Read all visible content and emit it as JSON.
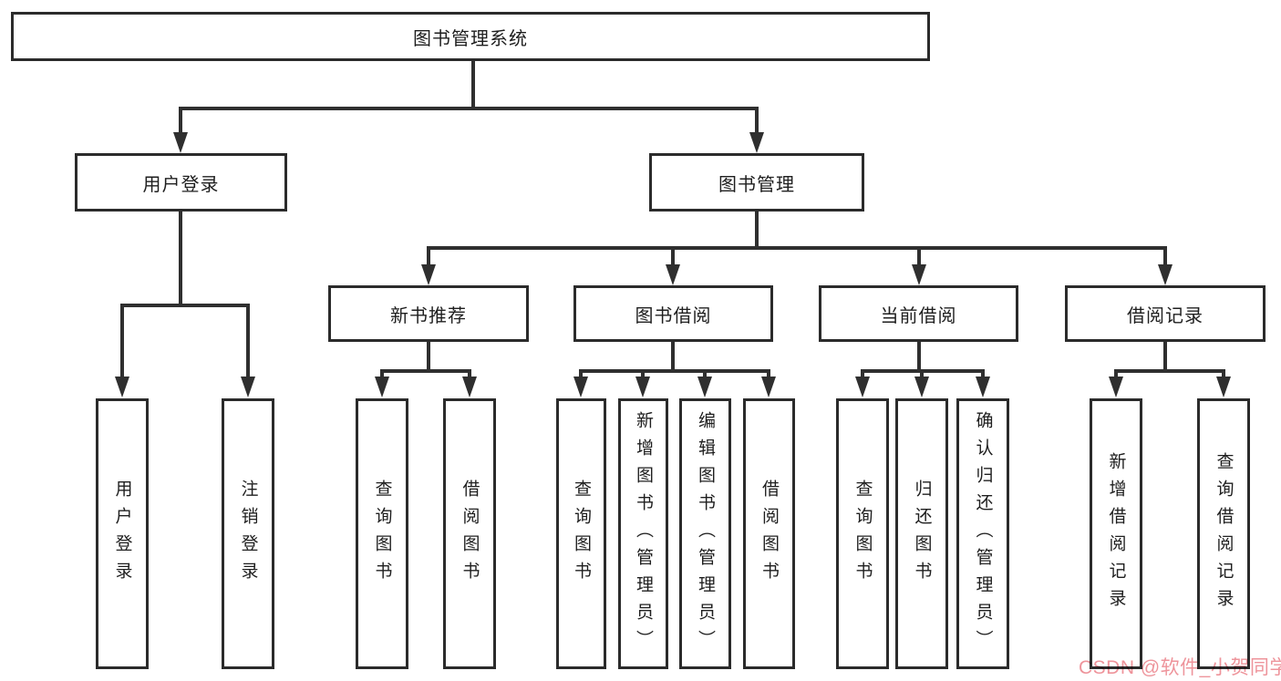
{
  "diagram": {
    "root": {
      "label": "图书管理系统"
    },
    "branches": [
      {
        "label": "用户登录",
        "children": [
          {
            "label": "用户登录"
          },
          {
            "label": "注销登录"
          }
        ]
      },
      {
        "label": "图书管理",
        "children": [
          {
            "label": "新书推荐",
            "children": [
              {
                "label": "查询图书"
              },
              {
                "label": "借阅图书"
              }
            ]
          },
          {
            "label": "图书借阅",
            "children": [
              {
                "label": "查询图书"
              },
              {
                "label": "新增图书（管理员）"
              },
              {
                "label": "编辑图书（管理员）"
              },
              {
                "label": "借阅图书"
              }
            ]
          },
          {
            "label": "当前借阅",
            "children": [
              {
                "label": "查询图书"
              },
              {
                "label": "归还图书"
              },
              {
                "label": "确认归还（管理员）"
              }
            ]
          },
          {
            "label": "借阅记录",
            "children": [
              {
                "label": "新增借阅记录"
              },
              {
                "label": "查询借阅记录"
              }
            ]
          }
        ]
      }
    ]
  },
  "watermark": {
    "text": "CSDN @软件_小贺同学",
    "color": "#ee949b"
  },
  "colors": {
    "line": "#2f2f2f",
    "box_border": "#2b2b2b",
    "text": "#1e1e1e",
    "background": "#ffffff"
  }
}
